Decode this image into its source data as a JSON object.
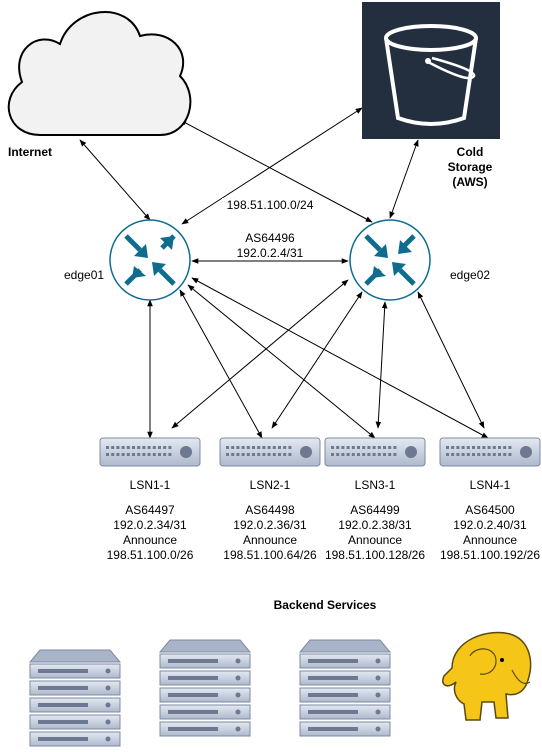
{
  "internet": {
    "label": "Internet"
  },
  "cold_storage": {
    "label_line1": "Cold",
    "label_line2": "Storage",
    "label_line3": "(AWS)"
  },
  "prefix_label": "198.51.100.0/24",
  "edge_link": {
    "asn": "AS64496",
    "subnet": "192.0.2.4/31"
  },
  "edge01": {
    "label": "edge01"
  },
  "edge02": {
    "label": "edge02"
  },
  "lsns": [
    {
      "name": "LSN1-1",
      "asn": "AS64497",
      "subnet": "192.0.2.34/31",
      "announce_label": "Announce",
      "announce": "198.51.100.0/26"
    },
    {
      "name": "LSN2-1",
      "asn": "AS64498",
      "subnet": "192.0.2.36/31",
      "announce_label": "Announce",
      "announce": "198.51.100.64/26"
    },
    {
      "name": "LSN3-1",
      "asn": "AS64499",
      "subnet": "192.0.2.38/31",
      "announce_label": "Announce",
      "announce": "198.51.100.128/26"
    },
    {
      "name": "LSN4-1",
      "asn": "AS64500",
      "subnet": "192.0.2.40/31",
      "announce_label": "Announce",
      "announce": "198.51.100.192/26"
    }
  ],
  "backend": {
    "title": "Backend Services"
  },
  "colors": {
    "router": "#0e6c8f",
    "router_bg": "#ffffff",
    "bucket_bg": "#232f3e",
    "switch": "#c9d2e0",
    "server": "#c9d2e0",
    "elephant": "#f5c518"
  }
}
